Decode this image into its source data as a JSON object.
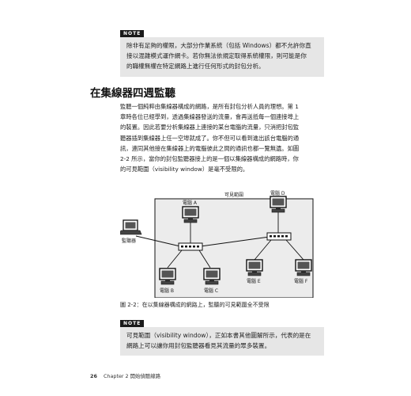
{
  "note1": {
    "tag": "NOTE",
    "lines": [
      "除非有足夠的權限，大部分作業系統（包括 Windows）都不允許你直",
      "接以混雜模式運作網卡。若你無法依規定取得系統權限，則可能是你",
      "的職權無權在特定網路上進行任何形式的封包分析。"
    ]
  },
  "section_title": "在集線器四週監聽",
  "body_lines": [
    "監聽一個純粹由集線器構成的網路，是所有封包分析人員的理想。第 1",
    "章時各位已經學到，透過集線器發送的流量，會再送抵每一個連接埠上",
    "的裝置。因此若要分析集線器上連接的某台電腦的流量，只消把封包監",
    "聽器插到集線器上任一空埠就成了。你不但可以看到進出該台電腦的通",
    "訊，連同其他接在集線器上的電腦彼此之間的通訊也都一覽無遺。如圖",
    "2-2 所示，當你的封包監聽器接上的是一個以集線器構成的網路時，你",
    "的可見範圍（visibility window）是毫不受限的。"
  ],
  "figure": {
    "visibility_label": "可見範圍",
    "sniffer_label": "監聽器",
    "computers": [
      {
        "id": "A",
        "label": "電腦 A"
      },
      {
        "id": "B",
        "label": "電腦 B"
      },
      {
        "id": "C",
        "label": "電腦 C"
      },
      {
        "id": "D",
        "label": "電腦 D"
      },
      {
        "id": "E",
        "label": "電腦 E"
      },
      {
        "id": "F",
        "label": "電腦 F"
      }
    ]
  },
  "caption": "圖 2-2：在以集線器構成的網路上，監聽的可見範圍全不受限",
  "note2": {
    "tag": "NOTE",
    "lines": [
      "可見範圍（visibility window），正如本書其他圖解所示，代表的是在",
      "網路上可以讓你用封包監聽器看見其流量的眾多裝置。"
    ]
  },
  "footer": {
    "page_number": "26",
    "chapter": "Chapter 2  開始偵聽線路"
  }
}
